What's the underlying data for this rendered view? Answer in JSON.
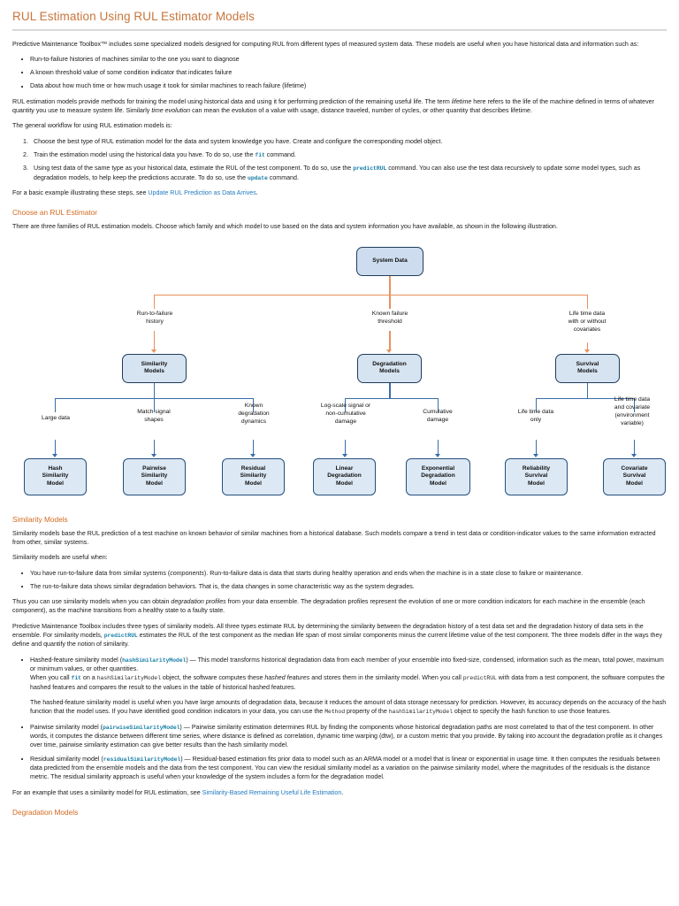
{
  "title": "RUL Estimation Using RUL Estimator Models",
  "intro": {
    "p1": "Predictive Maintenance Toolbox™ includes some specialized models designed for computing RUL from different types of measured system data. These models are useful when you have historical data and information such as:",
    "bullets": [
      "Run-to-failure histories of machines similar to the one you want to diagnose",
      "A known threshold value of some condition indicator that indicates failure",
      "Data about how much time or how much usage it took for similar machines to reach failure (lifetime)"
    ],
    "p2_a": "RUL estimation models provide methods for training the model using historical data and using it for performing prediction of the remaining useful life. The term ",
    "p2_em1": "lifetime",
    "p2_b": " here refers to the life of the machine defined in terms of whatever quantity you use to measure system life. Similarly ",
    "p2_em2": "time evolution",
    "p2_c": " can mean the evolution of a value with usage, distance traveled, number of cycles, or other quantity that describes lifetime.",
    "p3": "The general workflow for using RUL estimation models is:",
    "steps": [
      {
        "a": "Choose the best type of RUL estimation model for the data and system knowledge you have. Create and configure the corresponding model object.",
        "code": "",
        "b": ""
      },
      {
        "a": "Train the estimation model using the historical data you have. To do so, use the ",
        "code": "fit",
        "b": " command."
      },
      {
        "a": "Using test data of the same type as your historical data, estimate the RUL of the test component. To do so, use the ",
        "code": "predictRUL",
        "b": " command. You can also use the test data recursively to update some model types, such as degradation models, to help keep the predictions accurate. To do so, use the ",
        "code2": "update",
        "c": " command."
      }
    ],
    "p4_a": "For a basic example illustrating these steps, see ",
    "p4_link": "Update RUL Prediction as Data Arrives",
    "p4_b": "."
  },
  "choose_section": {
    "heading": "Choose an RUL Estimator",
    "p1": "There are three families of RUL estimation models. Choose which family and which model to use based on the data and system information you have available, as shown in the following illustration."
  },
  "diagram": {
    "root": "System Data",
    "branch_labels": [
      "Run-to-failure\nhistory",
      "Known failure\nthreshold",
      "Life time data\nwith or without\ncovariates"
    ],
    "families": [
      "Similarity\nModels",
      "Degradation\nModels",
      "Survival\nModels"
    ],
    "conditions": [
      "Large data",
      "Match signal\nshapes",
      "Known\ndegradation\ndynamics",
      "Log-scale signal or\nnon-cumulative\ndamage",
      "Cumulative\ndamage",
      "Life time data\nonly",
      "Life time data\nand covariate\n(environment\nvariable)"
    ],
    "models": [
      "Hash\nSimilarity\nModel",
      "Pairwise\nSimilarity\nModel",
      "Residual\nSimilarity\nModel",
      "Linear\nDegradation\nModel",
      "Exponential\nDegradation\nModel",
      "Reliability\nSurvival\nModel",
      "Covariate\nSurvival\nModel"
    ],
    "colors": {
      "primary_edge": "#e8915c",
      "secondary_edge": "#3a6ea8",
      "node_fill": "#d6e3f0",
      "node_border": "#1f3d5c"
    }
  },
  "similarity_section": {
    "heading": "Similarity Models",
    "p1": "Similarity models base the RUL prediction of a test machine on known behavior of similar machines from a historical database. Such models compare a trend in test data or condition-indicator values to the same information extracted from other, similar systems.",
    "p2": "Similarity models are useful when:",
    "bullets": [
      {
        "a": "You have run-to-failure data from similar systems (",
        "em": "components",
        "b": "). Run-to-failure data is data that starts during healthy operation and ends when the machine is in a state close to failure or maintenance."
      },
      {
        "a": "The run-to-failure data shows similar degradation behaviors. That is, the data changes in some characteristic way as the system degrades.",
        "em": "",
        "b": ""
      }
    ],
    "p3_a": "Thus you can use similarity models when you can obtain ",
    "p3_em": "degradation profiles",
    "p3_b": " from your data ensemble. The degradation profiles represent the evolution of one or more condition indicators for each machine in the ensemble (each component), as the machine transitions from a healthy state to a faulty state.",
    "p4_a": "Predictive Maintenance Toolbox includes three types of similarity models. All three types estimate RUL by determining the similarity between the degradation history of a test data set and the degradation history of data sets in the ensemble. For similarity models, ",
    "p4_code": "predictRUL",
    "p4_b": " estimates the RUL of the test component as the median life span of most similar components minus the current lifetime value of the test component. The three models differ in the ways they define and quantify the notion of similarity.",
    "model_bullets": [
      {
        "label": "Hashed-feature similarity model (",
        "code": "hashSimilarityModel",
        "rest": ") — This model transforms historical degradation data from each member of your ensemble into fixed-size, condensed, information such as the mean, total power, maximum or minimum values, or other quantities."
      },
      {
        "label": "Pairwise similarity model (",
        "code": "pairwiseSimilarityModel",
        "rest": ") — Pairwise similarity estimation determines RUL by finding the components whose historical degradation paths are most correlated to that of the test component. In other words, it computes the distance between different time series, where distance is defined as correlation, dynamic time warping (dtw), or a custom metric that you provide. By taking into account the degradation profile as it changes over time, pairwise similarity estimation can give better results than the hash similarity model."
      },
      {
        "label": "Residual similarity model (",
        "code": "residualSimilarityModel",
        "rest": ") — Residual-based estimation fits prior data to model such as an ARMA model or a model that is linear or exponential in usage time. It then computes the residuals between data predicted from the ensemble models and the data from the test component. You can view the residual similarity model as a variation on the pairwise similarity model, where the magnitudes of the residuals is the distance metric. The residual similarity approach is useful when your knowledge of the system includes a form for the degradation model."
      }
    ],
    "hash_para_1_a": "When you call ",
    "hash_para_1_code1": "fit",
    "hash_para_1_b": " on a ",
    "hash_para_1_code2": "hashSimilarityModel",
    "hash_para_1_c": " object, the software computes these ",
    "hash_para_1_em": "hashed features",
    "hash_para_1_d": " and stores them in the similarity model. When you call ",
    "hash_para_1_code3": "predictRUL",
    "hash_para_1_e": " with data from a test component, the software computes the hashed features and compares the result to the values in the table of historical hashed features.",
    "hash_para_2_a": "The hashed-feature similarity model is useful when you have large amounts of degradation data, because it reduces the amount of data storage necessary for prediction. However, its accuracy depends on the accuracy of the hash function that the model uses. If you have identified good condition indicators in your data, you can use the ",
    "hash_para_2_code1": "Method",
    "hash_para_2_b": " property of the ",
    "hash_para_2_code2": "hashSimilarityModel",
    "hash_para_2_c": " object to specify the hash function to use those features.",
    "example_a": "For an example that uses a similarity model for RUL estimation, see ",
    "example_link": "Similarity-Based Remaining Useful Life Estimation",
    "example_b": "."
  },
  "degradation_section": {
    "heading": "Degradation Models"
  }
}
